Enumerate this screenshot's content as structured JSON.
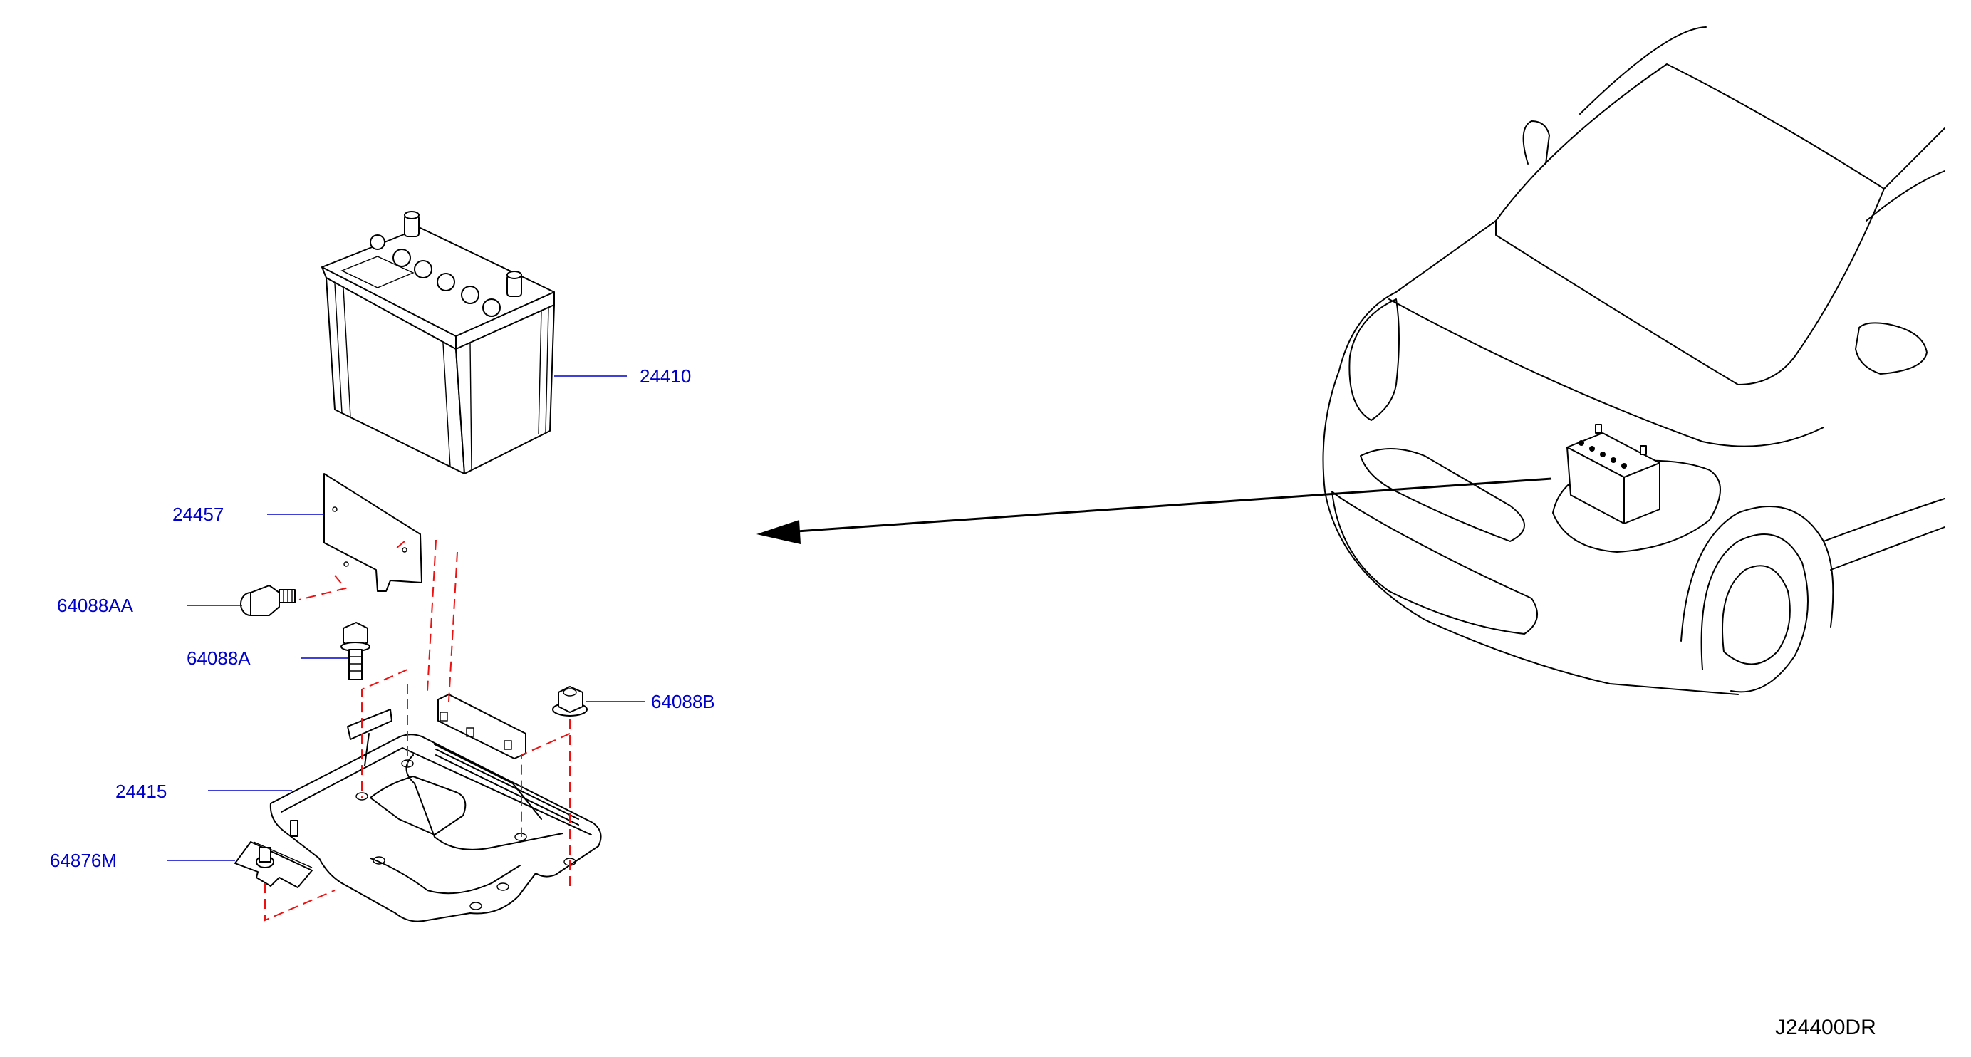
{
  "diagram": {
    "callouts": [
      {
        "id": "24410"
      },
      {
        "id": "24457"
      },
      {
        "id": "64088AA"
      },
      {
        "id": "64088A"
      },
      {
        "id": "64088B"
      },
      {
        "id": "24415"
      },
      {
        "id": "64876M"
      }
    ],
    "drawing_code": "J24400DR",
    "colors": {
      "callout_text": "#0000cc",
      "leader_line": "#0000cc",
      "assembly_dash": "#ee1111",
      "outline": "#000000"
    }
  }
}
